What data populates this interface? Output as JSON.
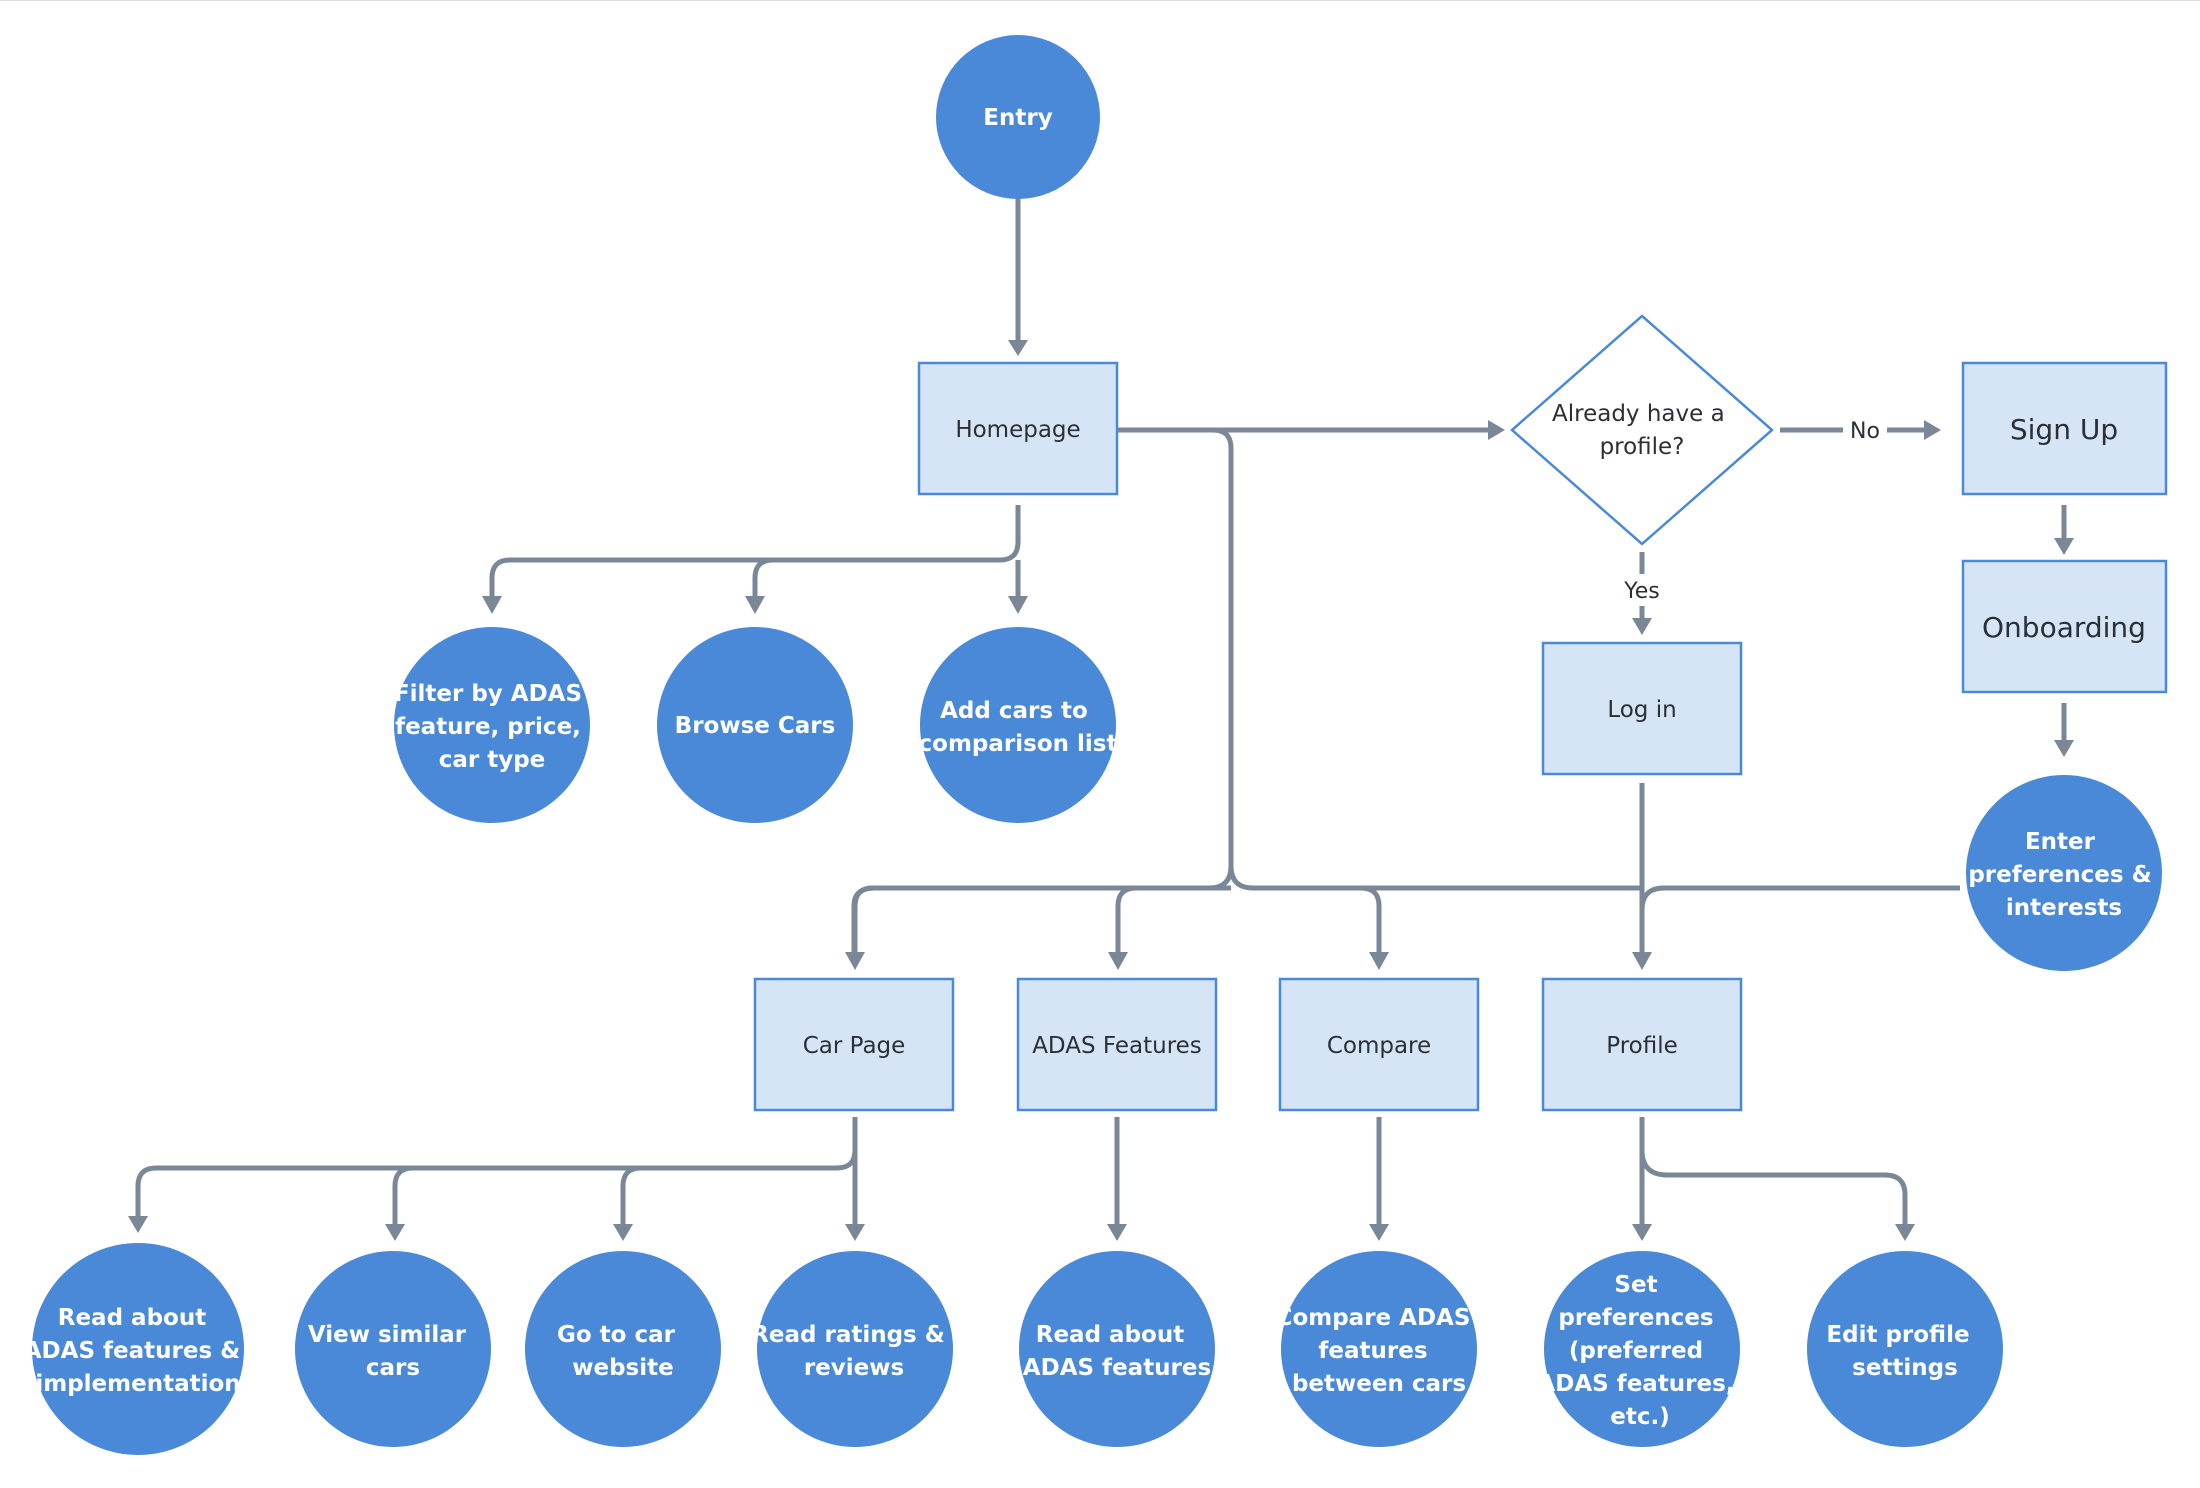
{
  "nodes": {
    "entry": "Entry",
    "homepage": "Homepage",
    "filter": [
      "Filter by ADAS",
      "feature, price,",
      "car type"
    ],
    "browse": "Browse Cars",
    "add_cars": [
      "Add cars to",
      "comparison list"
    ],
    "already_profile": [
      "Already have a",
      "profile?"
    ],
    "sign_up": "Sign Up",
    "onboarding": "Onboarding",
    "log_in": "Log in",
    "enter_prefs": [
      "Enter",
      "preferences &",
      "interests"
    ],
    "car_page": "Car Page",
    "adas_features": "ADAS Features",
    "compare": "Compare",
    "profile": "Profile",
    "read_adas_impl": [
      "Read about",
      "ADAS features &",
      "implementation"
    ],
    "view_similar": [
      "View similar",
      "cars"
    ],
    "go_website": [
      "Go to car",
      "website"
    ],
    "read_ratings": [
      "Read ratings &",
      "reviews"
    ],
    "read_adas": [
      "Read about",
      "ADAS features"
    ],
    "compare_adas": [
      "Compare ADAS",
      "features",
      "between cars"
    ],
    "set_prefs": [
      "Set",
      "preferences",
      "(preferred",
      "ADAS features,",
      "etc.)"
    ],
    "edit_profile": [
      "Edit profile",
      "settings"
    ]
  },
  "edges": {
    "no": "No",
    "yes": "Yes"
  },
  "colors": {
    "circle_fill": "#4a89d8",
    "rect_fill": "#d6e5f6",
    "node_stroke": "#4a89d8",
    "connector": "#7a8797"
  }
}
